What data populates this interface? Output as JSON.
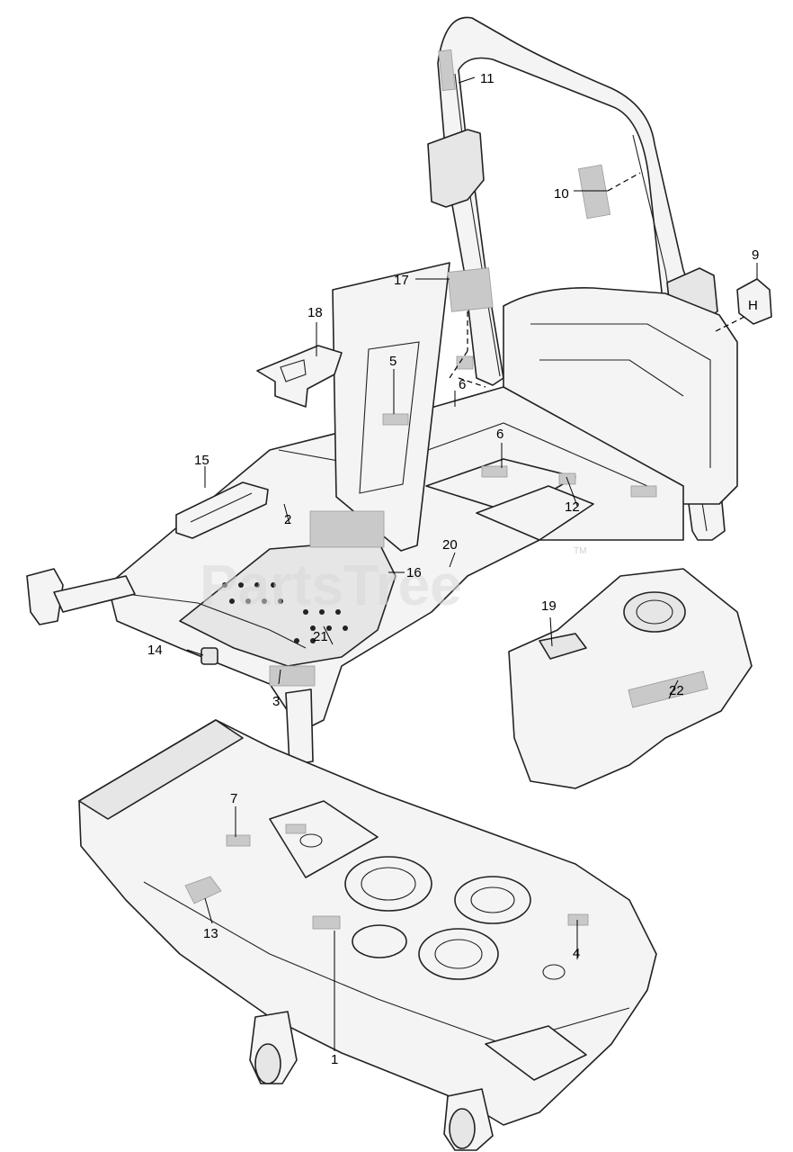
{
  "watermark": {
    "text": "PartsTree",
    "tm": "TM"
  },
  "callouts": [
    {
      "num": "1"
    },
    {
      "num": "2"
    },
    {
      "num": "3"
    },
    {
      "num": "4"
    },
    {
      "num": "5"
    },
    {
      "num": "6"
    },
    {
      "num": "6"
    },
    {
      "num": "7"
    },
    {
      "num": "9"
    },
    {
      "num": "10"
    },
    {
      "num": "11"
    },
    {
      "num": "12"
    },
    {
      "num": "13"
    },
    {
      "num": "14"
    },
    {
      "num": "15"
    },
    {
      "num": "16"
    },
    {
      "num": "17"
    },
    {
      "num": "18"
    },
    {
      "num": "19"
    },
    {
      "num": "20"
    },
    {
      "num": "21"
    },
    {
      "num": "22"
    }
  ]
}
